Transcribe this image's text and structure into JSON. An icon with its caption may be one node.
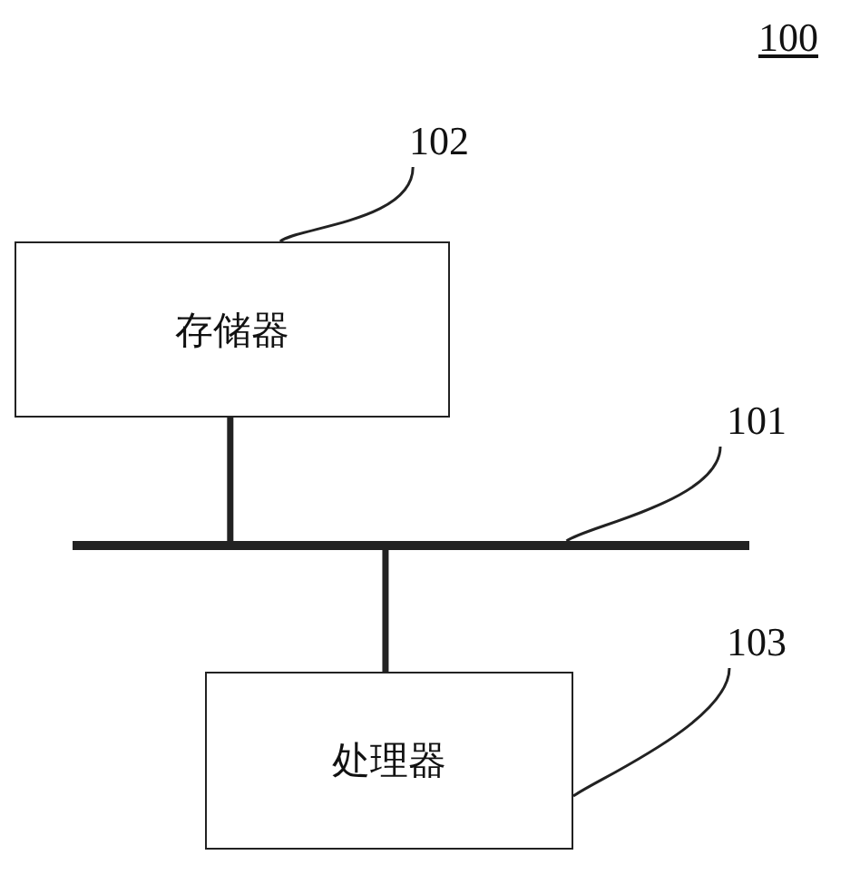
{
  "diagram": {
    "nodes": [
      {
        "text": [
          "102"
        ]
      },
      {
        "text": [
          "存储器"
        ]
      },
      {
        "text": [
          "101"
        ]
      },
      {
        "text": [],
        "shape": "bar"
      },
      {
        "text": [
          "103"
        ]
      },
      {
        "text": [
          "处理器"
        ]
      }
    ],
    "edges": [
      {
        "from": 0,
        "to": 1,
        "arrow": "none"
      },
      {
        "from": 1,
        "to": 3,
        "arrow": "none",
        "style": "thick"
      },
      {
        "from": 3,
        "to": 5,
        "arrow": "none",
        "style": "thick"
      },
      {
        "from": 2,
        "to": 3,
        "arrow": "none"
      },
      {
        "from": 4,
        "to": 5,
        "arrow": "none"
      }
    ],
    "labels": [
      "100"
    ]
  }
}
